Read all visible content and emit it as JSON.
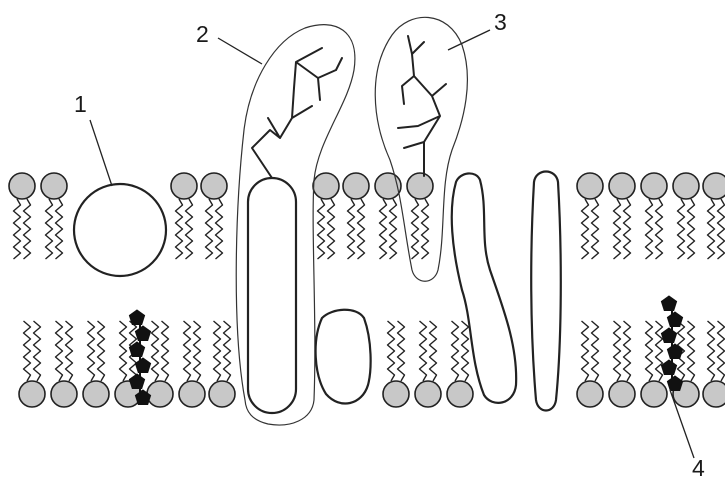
{
  "labels": {
    "one": "1",
    "two": "2",
    "three": "3",
    "four": "4"
  },
  "colors": {
    "head_fill": "#c8c8c8",
    "stroke": "#222222",
    "cholesterol": "#111111",
    "background": "#ffffff"
  }
}
